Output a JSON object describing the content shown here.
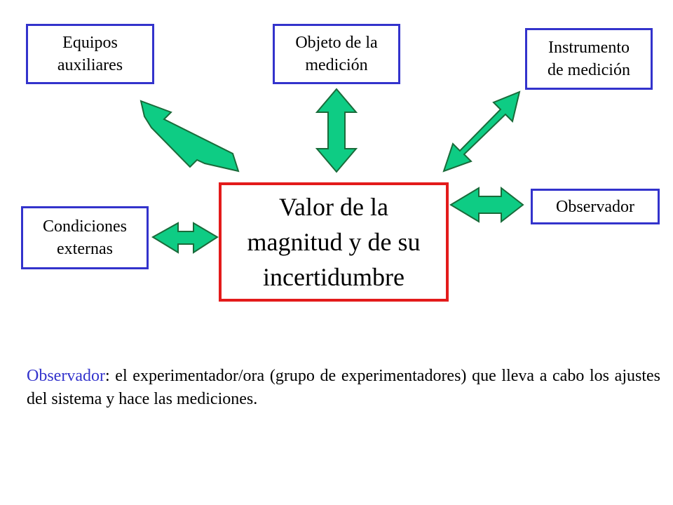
{
  "colors": {
    "box_border": "#3333cc",
    "center_border": "#e31b1b",
    "arrow_fill": "#0ecc84",
    "arrow_stroke": "#1a6b3a",
    "term_color": "#3333cc"
  },
  "nodes": {
    "equipos": "Equipos\nauxiliares",
    "objeto": "Objeto de la\nmedición",
    "instrumento": "Instrumento\nde medición",
    "condiciones": "Condiciones\nexternas",
    "observador": "Observador",
    "centro": "Valor de la\nmagnitud y de su\nincertidumbre"
  },
  "definition": {
    "term": "Observador",
    "text": ": el experimentador/ora (grupo de experimentadores) que lleva a cabo los ajustes del sistema y hace las mediciones."
  }
}
